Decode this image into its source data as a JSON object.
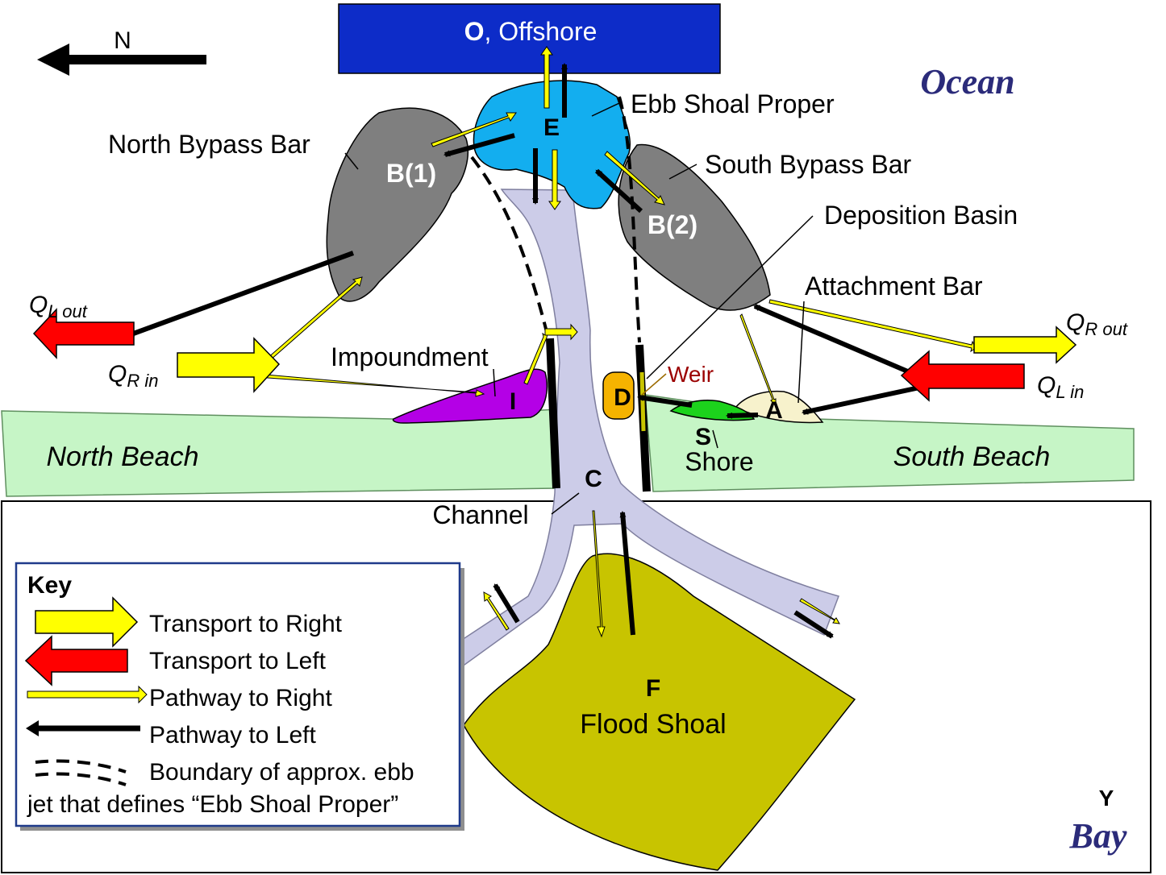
{
  "compass": {
    "label": "N"
  },
  "offshore": {
    "letter": "O",
    "rest": ", Offshore",
    "color": "#0d2cc8"
  },
  "ocean": {
    "label": "Ocean"
  },
  "bay": {
    "letter": "Y",
    "label": "Bay"
  },
  "features": {
    "ebb_shoal_proper": "Ebb Shoal Proper",
    "ebb_letter": "E",
    "north_bypass_bar": "North Bypass Bar",
    "b1": "B(1)",
    "south_bypass_bar": "South Bypass Bar",
    "b2": "B(2)",
    "deposition_basin": "Deposition Basin",
    "attachment_bar": "Attachment Bar",
    "attachment_letter": "A",
    "impoundment": "Impoundment",
    "impoundment_letter": "I",
    "weir": "Weir",
    "deposition_letter": "D",
    "shore_letter": "S",
    "shore": "Shore",
    "north_beach": "North Beach",
    "south_beach": "South Beach",
    "channel_letter": "C",
    "channel": "Channel",
    "flood_letter": "F",
    "flood_shoal": "Flood Shoal"
  },
  "fluxes": {
    "ql_out": {
      "q": "Q",
      "sub": "L out"
    },
    "qr_in": {
      "q": "Q",
      "sub": "R in"
    },
    "qr_out": {
      "q": "Q",
      "sub": "R out"
    },
    "ql_in": {
      "q": "Q",
      "sub": "L in"
    }
  },
  "key": {
    "title": "Key",
    "items": [
      "Transport to Right",
      "Transport to Left",
      "Pathway to Right",
      "Pathway to Left",
      "Boundary of approx. ebb"
    ],
    "last_line": "jet that defines “Ebb Shoal Proper”"
  },
  "colors": {
    "ebb_shoal": "#13aeef",
    "bypass_bar": "#7f7f7f",
    "channel": "#cccce8",
    "beach": "#c6f5c6",
    "flood_shoal": "#c8c400",
    "impoundment": "#b400e6",
    "deposition": "#f5b300",
    "shore": "#1cd21c",
    "attachment": "#f7f2cc",
    "transport_right": "#ffff00",
    "transport_left": "#ff0000",
    "ocean_text": "#2b2b7a",
    "weir_text": "#9b0000"
  }
}
